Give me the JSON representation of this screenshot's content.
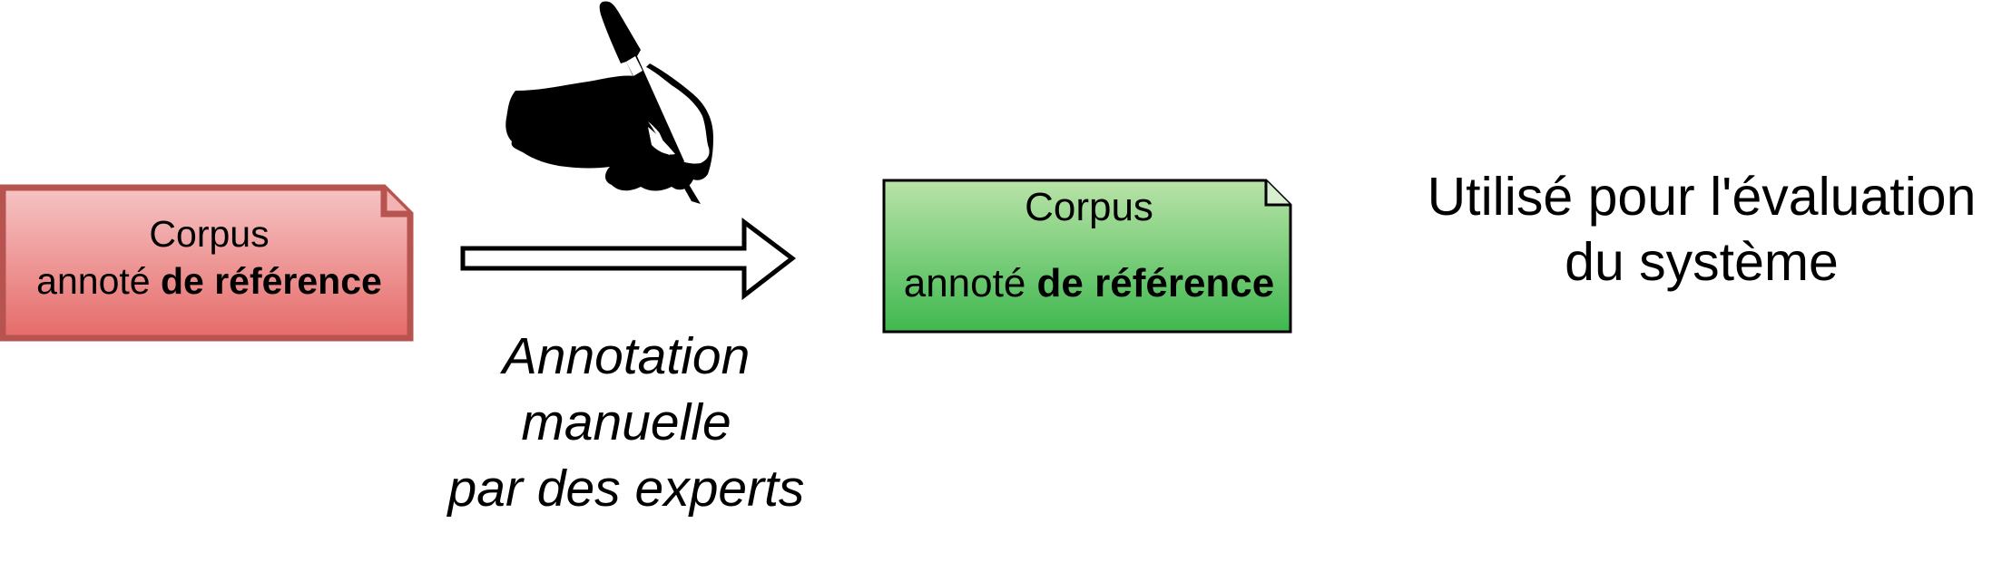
{
  "source_box": {
    "line1": "Corpus",
    "line2_prefix": "annoté ",
    "line2_bold": "de référence",
    "fill_top": "#f6c4c4",
    "fill_bottom": "#e56b69",
    "stroke": "#b85450"
  },
  "process": {
    "label_line1": "Annotation",
    "label_line2": "manuelle",
    "label_line3": "par des experts",
    "icon": "hand-writing-pen-icon"
  },
  "target_box": {
    "line1": "Corpus",
    "line2_prefix": "annoté ",
    "line2_bold": "de référence",
    "fill_top": "#b9e3a8",
    "fill_bottom": "#3fb84f",
    "stroke": "#000000"
  },
  "usage": {
    "line1": "Utilisé pour l'évaluation",
    "line2": "du système"
  }
}
